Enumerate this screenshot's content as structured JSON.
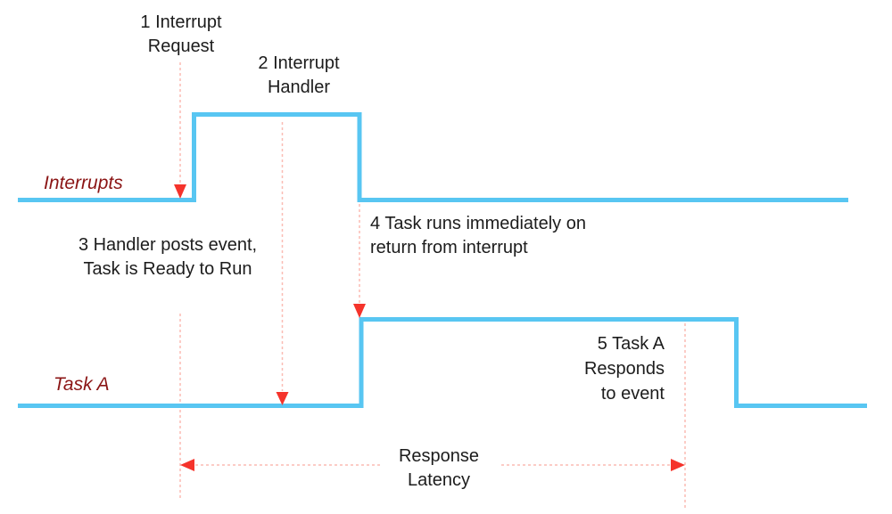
{
  "diagram": {
    "type": "timing-diagram",
    "background": "#ffffff",
    "colors": {
      "signal_line": "#58c6f2",
      "arrow": "#f5332b",
      "guide_line": "#fbbcb4",
      "signal_label_text": "#8b1515",
      "annotation_text": "#1c1c1c"
    },
    "signals": [
      {
        "label": "Interrupts"
      },
      {
        "label": "Task A"
      }
    ],
    "annotations": [
      {
        "id": "1",
        "text": "1 Interrupt\nRequest"
      },
      {
        "id": "2",
        "text": "2 Interrupt\nHandler"
      },
      {
        "id": "3",
        "text": "3 Handler posts event,\nTask is Ready to Run"
      },
      {
        "id": "4",
        "text": "4 Task runs immediately on\nreturn from interrupt"
      },
      {
        "id": "5",
        "text": "5 Task A\nResponds\nto event"
      }
    ],
    "measurement": {
      "text": "Response\nLatency"
    }
  }
}
